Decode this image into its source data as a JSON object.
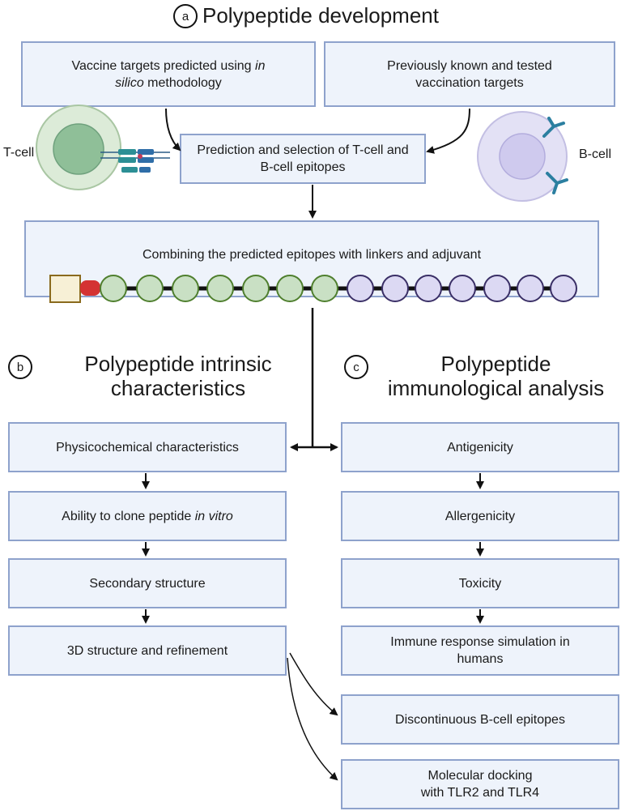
{
  "section_a": {
    "letter": "a",
    "title": "Polypeptide development",
    "box_insilico": {
      "line1": "Vaccine targets predicted using ",
      "line1_em": "in",
      "line2_em": "silico",
      "line2": " methodology"
    },
    "box_known": "Previously known and tested vaccination targets",
    "box_prediction": "Prediction and selection of T-cell and B-cell epitopes",
    "box_combining": "Combining the predicted epitopes with linkers and adjuvant",
    "t_cell_label": "T-cell",
    "b_cell_label": "B-cell"
  },
  "section_b": {
    "letter": "b",
    "title_line1": "Polypeptide intrinsic",
    "title_line2": "characteristics",
    "steps": [
      {
        "text": "Physicochemical characteristics"
      },
      {
        "text": "Ability to clone peptide ",
        "em": "in vitro"
      },
      {
        "text": "Secondary structure"
      },
      {
        "text": "3D structure and refinement"
      }
    ]
  },
  "section_c": {
    "letter": "c",
    "title_line1": "Polypeptide",
    "title_line2": "immunological analysis",
    "steps": [
      {
        "text": "Antigenicity"
      },
      {
        "text": "Allergenicity"
      },
      {
        "text": "Toxicity"
      },
      {
        "text": "Immune response simulation in humans"
      }
    ]
  },
  "downstream": {
    "discontinuous": "Discontinuous B-cell epitopes",
    "docking_line1": "Molecular docking",
    "docking_line2": "with TLR2 and TLR4"
  },
  "colors": {
    "box_fill": "#eef3fb",
    "box_border": "#8ea2cc",
    "tcell_epitope_fill": "#c9e0c4",
    "tcell_epitope_border": "#4f7f2e",
    "bcell_epitope_fill": "#dcd9f3",
    "bcell_epitope_border": "#3a2f66",
    "adjuvant_fill": "#f7f0d6",
    "adjuvant_border": "#8a6a1d",
    "linker": "#111111",
    "red_linker": "#d43333"
  }
}
